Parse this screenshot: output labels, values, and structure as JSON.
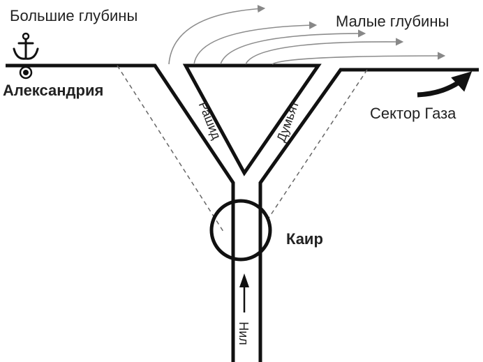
{
  "labels": {
    "deep_water": "Большие глубины",
    "shallow_water": "Малые глубины",
    "alexandria": "Александрия",
    "cairo": "Каир",
    "gaza_sector": "Сектор Газа",
    "rosetta_branch": "Рашид",
    "damietta_branch": "Думьят",
    "nile": "Нил"
  },
  "icons": {
    "port": "anchor-icon",
    "city": "city-marker-icon"
  }
}
